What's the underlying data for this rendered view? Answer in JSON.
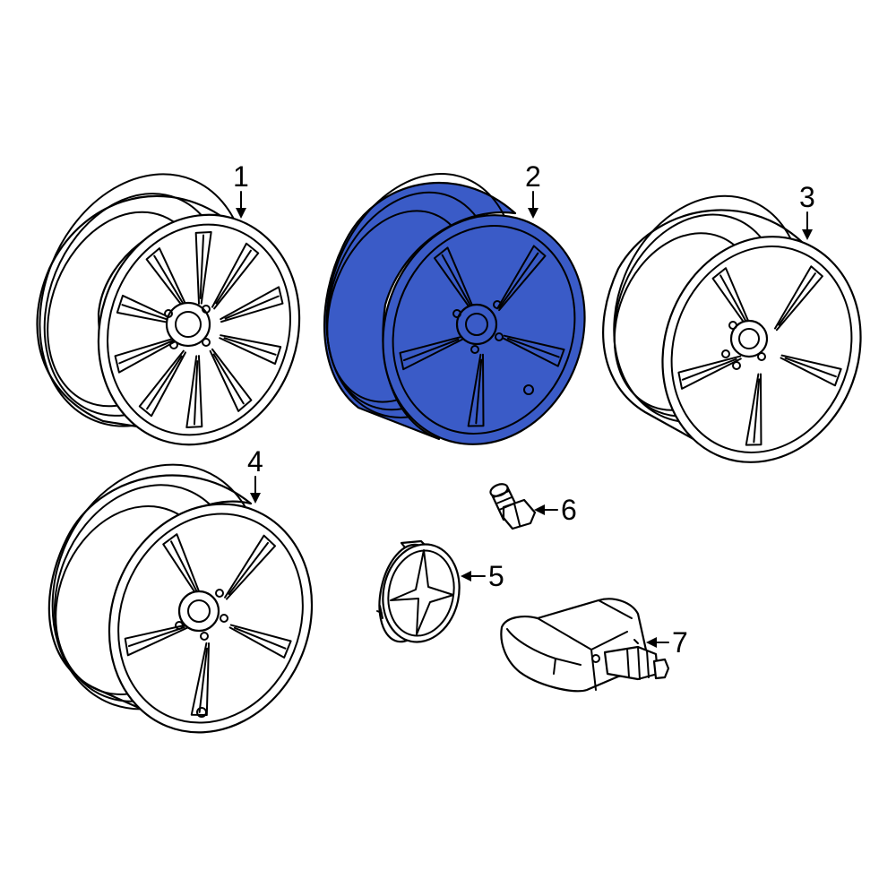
{
  "colors": {
    "highlight": "#3a5bc7",
    "line": "#000000",
    "background": "#ffffff"
  },
  "callouts": [
    {
      "id": "1",
      "label": "1"
    },
    {
      "id": "2",
      "label": "2"
    },
    {
      "id": "3",
      "label": "3"
    },
    {
      "id": "4",
      "label": "4"
    },
    {
      "id": "5",
      "label": "5"
    },
    {
      "id": "6",
      "label": "6"
    },
    {
      "id": "7",
      "label": "7"
    }
  ],
  "parts": [
    {
      "callout": "1",
      "icon": "wheel-multi-spoke-icon"
    },
    {
      "callout": "2",
      "icon": "wheel-twin-spoke-icon",
      "highlighted": true
    },
    {
      "callout": "3",
      "icon": "wheel-y-spoke-icon"
    },
    {
      "callout": "4",
      "icon": "wheel-split-spoke-icon"
    },
    {
      "callout": "5",
      "icon": "center-cap-star-icon"
    },
    {
      "callout": "6",
      "icon": "lug-bolt-icon"
    },
    {
      "callout": "7",
      "icon": "tire-pressure-sensor-icon"
    }
  ]
}
